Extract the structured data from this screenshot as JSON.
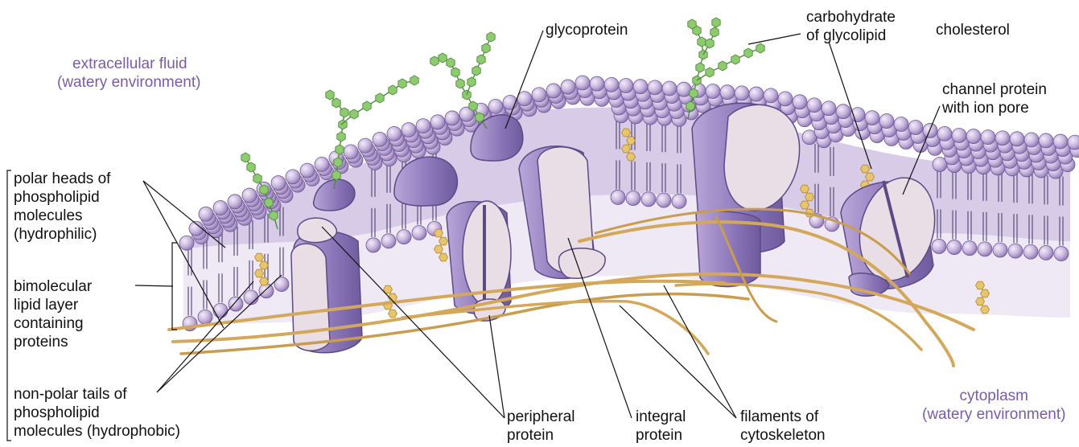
{
  "labels": {
    "extracellular": {
      "line1": "extracellular fluid",
      "line2": "(watery environment)"
    },
    "glycoprotein": "glycoprotein",
    "carbohydrate": {
      "line1": "carbohydrate",
      "line2": "of glycolipid"
    },
    "cholesterol": "cholesterol",
    "channel": {
      "line1": "channel protein",
      "line2": "with ion pore"
    },
    "polar_heads": {
      "line1": "polar heads of",
      "line2": "phospholipid",
      "line3": "molecules",
      "line4": "(hydrophilic)"
    },
    "bimolecular": {
      "line1": "bimolecular",
      "line2": "lipid layer",
      "line3": "containing",
      "line4": "proteins"
    },
    "nonpolar": {
      "line1": "non-polar tails of",
      "line2": "phospholipid",
      "line3": "molecules (hydrophobic)"
    },
    "peripheral": {
      "line1": "peripheral",
      "line2": "protein"
    },
    "integral": {
      "line1": "integral",
      "line2": "protein"
    },
    "filaments": {
      "line1": "filaments of",
      "line2": "cytoskeleton"
    },
    "cytoplasm": {
      "line1": "cytoplasm",
      "line2": "(watery environment)"
    }
  },
  "colors": {
    "head_fill": "#c9b6de",
    "head_stroke": "#6f5896",
    "tail": "#5a4d7a",
    "protein_dark": "#8a74b8",
    "protein_light": "#e9dde6",
    "glycan": "#8ecb6f",
    "glycan_stroke": "#4f8a3c",
    "cholesterol": "#e8c46a",
    "filament": "#d4a85a",
    "env_text": "#7b5ba8"
  }
}
